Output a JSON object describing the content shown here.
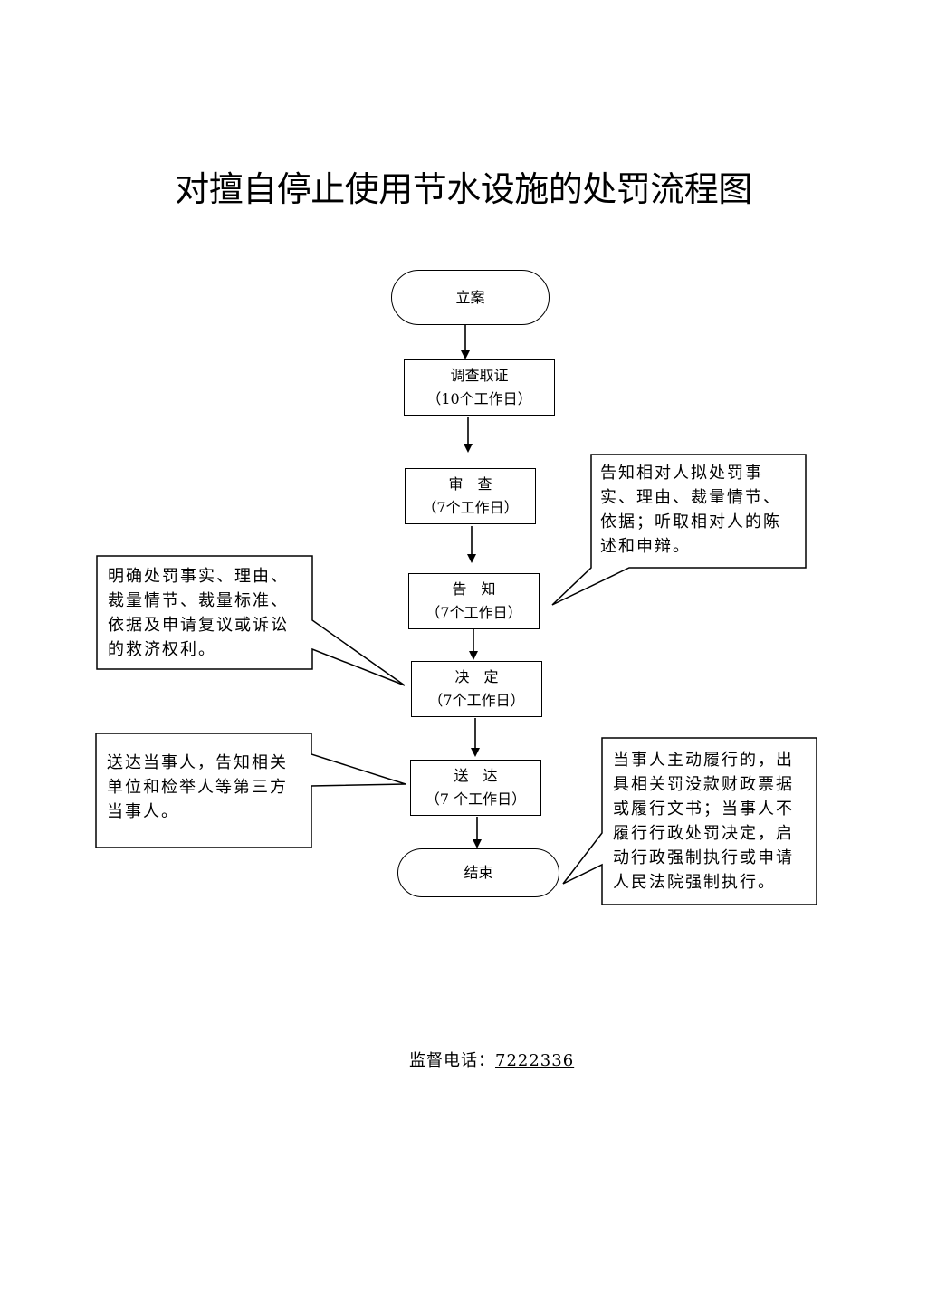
{
  "title": "对擅自停止使用节水设施的处罚流程图",
  "flow": {
    "start": "立案",
    "investigate": {
      "name": "调查取证",
      "days": "（10个工作日）"
    },
    "review": {
      "name": "审　查",
      "days": "（7个工作日）"
    },
    "notify": {
      "name": "告　知",
      "days": "（7个工作日）"
    },
    "decide": {
      "name": "决　定",
      "days": "（7个工作日）"
    },
    "deliver": {
      "name": "送　达",
      "days": "（7 个工作日）"
    },
    "end": "结束"
  },
  "notes": {
    "notify_right": [
      "告知相对人拟处罚事",
      "实、理由、裁量情节、",
      "依据；听取相对人的陈",
      "述和申辩。"
    ],
    "decide_left": [
      "明确处罚事实、理由、",
      "裁量情节、裁量标准、",
      "依据及申请复议或诉讼",
      "的救济权利。"
    ],
    "deliver_left": [
      "送达当事人，告知相关",
      "单位和检举人等第三方",
      "当事人。"
    ],
    "end_right": [
      "当事人主动履行的，出",
      "具相关罚没款财政票据",
      "或履行文书；当事人不",
      "履行行政处罚决定，启",
      "动行政强制执行或申请",
      "人民法院强制执行。"
    ]
  },
  "footer": {
    "label": "监督电话：",
    "phone": "7222336"
  }
}
